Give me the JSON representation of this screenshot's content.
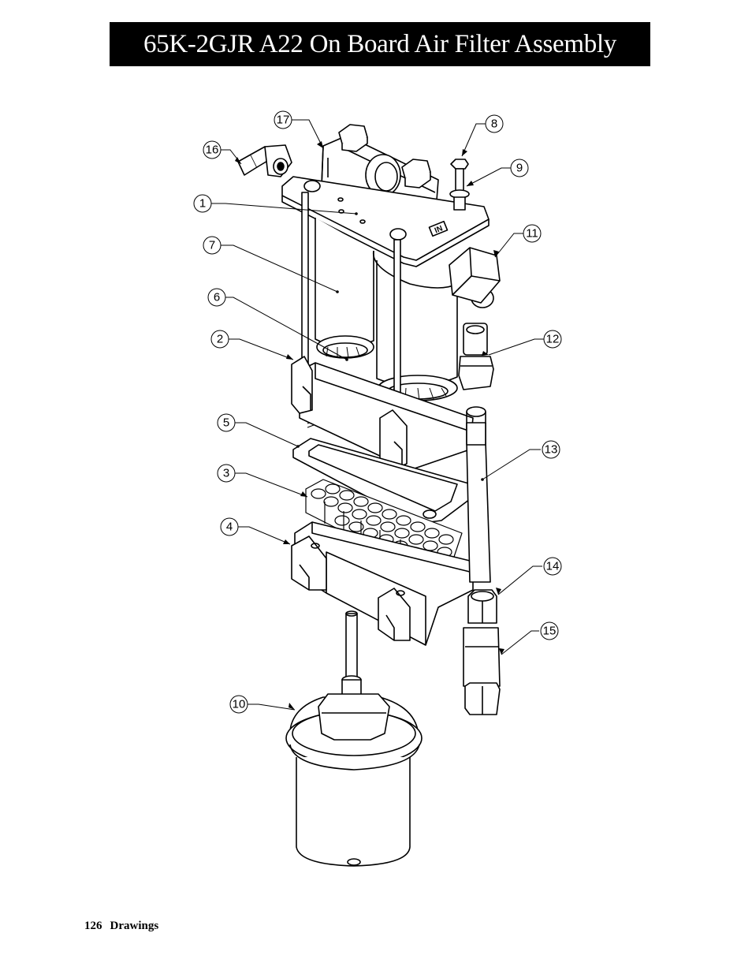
{
  "title": "65K-2GJR A22 On Board Air Filter Assembly",
  "footer": {
    "page_number": "126",
    "section": "Drawings"
  },
  "assembly_label": "IN",
  "callouts": [
    {
      "id": "c1",
      "label": "1"
    },
    {
      "id": "c2",
      "label": "2"
    },
    {
      "id": "c3",
      "label": "3"
    },
    {
      "id": "c4",
      "label": "4"
    },
    {
      "id": "c5",
      "label": "5"
    },
    {
      "id": "c6",
      "label": "6"
    },
    {
      "id": "c7",
      "label": "7"
    },
    {
      "id": "c8",
      "label": "8"
    },
    {
      "id": "c9",
      "label": "9"
    },
    {
      "id": "c10",
      "label": "10"
    },
    {
      "id": "c11",
      "label": "11"
    },
    {
      "id": "c12",
      "label": "12"
    },
    {
      "id": "c13",
      "label": "13"
    },
    {
      "id": "c14",
      "label": "14"
    },
    {
      "id": "c15",
      "label": "15"
    },
    {
      "id": "c16",
      "label": "16"
    },
    {
      "id": "c17",
      "label": "17"
    }
  ]
}
